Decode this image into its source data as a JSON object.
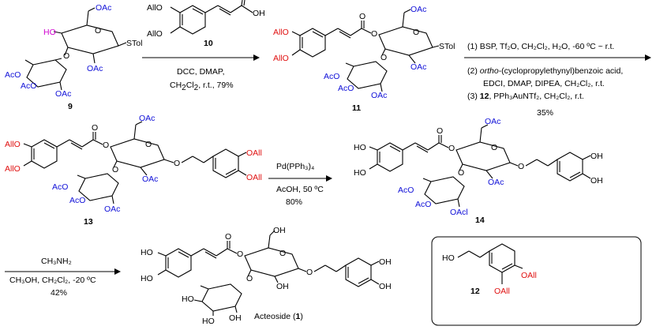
{
  "compounds": {
    "c9": "9",
    "c10": "10",
    "c11": "11",
    "c12": "12",
    "c13": "13",
    "c14": "14",
    "acteoside_name": "Acteoside",
    "acteoside_num": "1"
  },
  "groups": {
    "OAc": "OAc",
    "AcO": "AcO",
    "AllO": "AllO",
    "OAll": "OAll",
    "HO": "HO",
    "OH": "OH",
    "STol": "STol",
    "OAcl": "OAcl",
    "O": "O"
  },
  "step1": {
    "line1": "DCC, DMAP,",
    "line2_pre": "CH",
    "line2_sub1": "2",
    "line2_mid": "Cl",
    "line2_sub2": "2",
    "line2_post": ", r.t., 79%"
  },
  "step2": {
    "line1": "(1) BSP, Tf₂O, CH₂Cl₂, H₂O, -60 ºC ~ r.t.",
    "line2_pre": "(2) ",
    "line2_italic": "ortho",
    "line2_post": "-(cyclopropylethynyl)benzoic acid,",
    "line3": "EDCI, DMAP, DIPEA, CH₂Cl₂, r.t.",
    "line4_pre": "(3) ",
    "line4_bold": "12",
    "line4_post": ", PPh₃AuNTf₂, CH₂Cl₂, r.t.",
    "yield": "35%"
  },
  "step3": {
    "line1": "Pd(PPh₃)₄",
    "line2": "AcOH, 50 ºC",
    "line3": "80%"
  },
  "step4": {
    "line1": "CH₃NH₂",
    "line2": "CH₃OH, CH₂Cl₂, -20 ºC",
    "line3": "42%"
  },
  "colors": {
    "acetyl": "#1010d8",
    "allyl": "#e01010",
    "hydroxyl_free": "#d000d0",
    "text": "#000000"
  }
}
